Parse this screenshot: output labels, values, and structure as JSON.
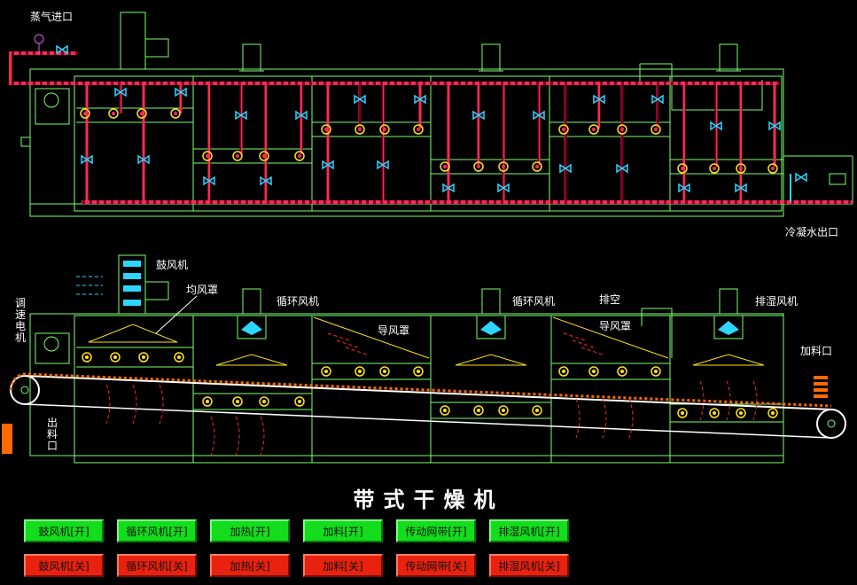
{
  "title": "带式干燥机",
  "labels": {
    "steam_inlet": "蒸气进口",
    "condensate_outlet": "冷凝水出口",
    "blower": "鼓风机",
    "uniform_hood": "均风罩",
    "circ_fan_1": "循环风机",
    "circ_fan_2": "循环风机",
    "exhaust": "排空",
    "dehumid_fan": "排湿风机",
    "guide_hood_1": "导风罩",
    "guide_hood_2": "导风罩",
    "feed_inlet": "加料口",
    "speed_motor": "调速电机",
    "discharge": "出料口"
  },
  "buttons_on": [
    "鼓风机[开]",
    "循环风机[开]",
    "加热[开]",
    "加料[开]",
    "传动网带[开]",
    "排湿风机[开]"
  ],
  "buttons_off": [
    "鼓风机[关]",
    "循环风机[关]",
    "加热[关]",
    "加料[关]",
    "传动网带[关]",
    "排湿风机[关]"
  ],
  "colors": {
    "frame": "#7cff6e",
    "pipe": "#ff2a55",
    "valve": "#2dd6ff",
    "heater": "#ffe21a",
    "belt": "#ffffff",
    "material": "#ff6a00",
    "on_button": "#13dd1c",
    "off_button": "#e8220e"
  }
}
